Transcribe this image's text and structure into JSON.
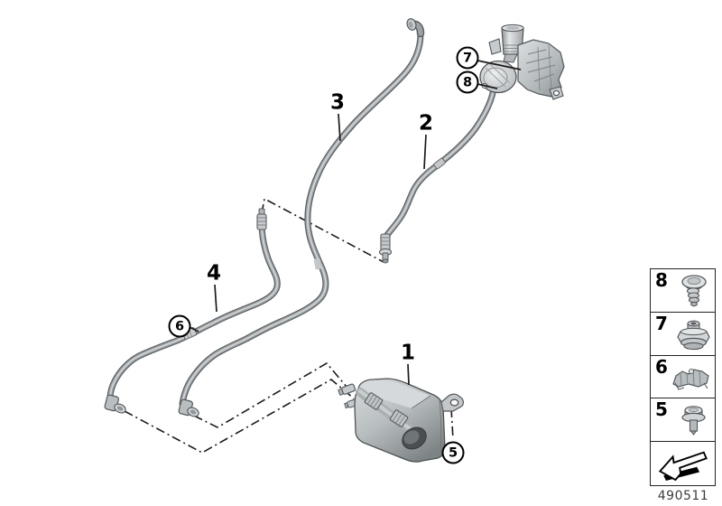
{
  "callouts": {
    "label_1": "1",
    "label_2": "2",
    "label_3": "3",
    "label_4": "4",
    "circle_5": "5",
    "circle_6": "6",
    "circle_7": "7",
    "circle_8": "8"
  },
  "legend": {
    "items": [
      {
        "number": "8",
        "icon": "screw-icon"
      },
      {
        "number": "7",
        "icon": "grommet-icon"
      },
      {
        "number": "6",
        "icon": "bracket-icon"
      },
      {
        "number": "5",
        "icon": "bolt-icon"
      }
    ],
    "arrow_icon": "direction-arrow-icon"
  },
  "footer": {
    "diagram_number": "490511"
  },
  "parts": {
    "pump": "leak-diagnosis-pump",
    "canister": "activated-charcoal-filter",
    "tube_2": "vent-pipe-2",
    "tube_3": "vent-pipe-3",
    "tube_4": "vent-pipe-4"
  },
  "colors": {
    "background": "#ffffff",
    "line": "#1b1b1b",
    "tube_dark": "#5b6063",
    "tube_mid": "#9da2a5",
    "tube_highlight": "#d2d5d7",
    "part_light": "#e4e7e8",
    "part_mid": "#b8bdc0",
    "part_dark": "#7e8386"
  }
}
